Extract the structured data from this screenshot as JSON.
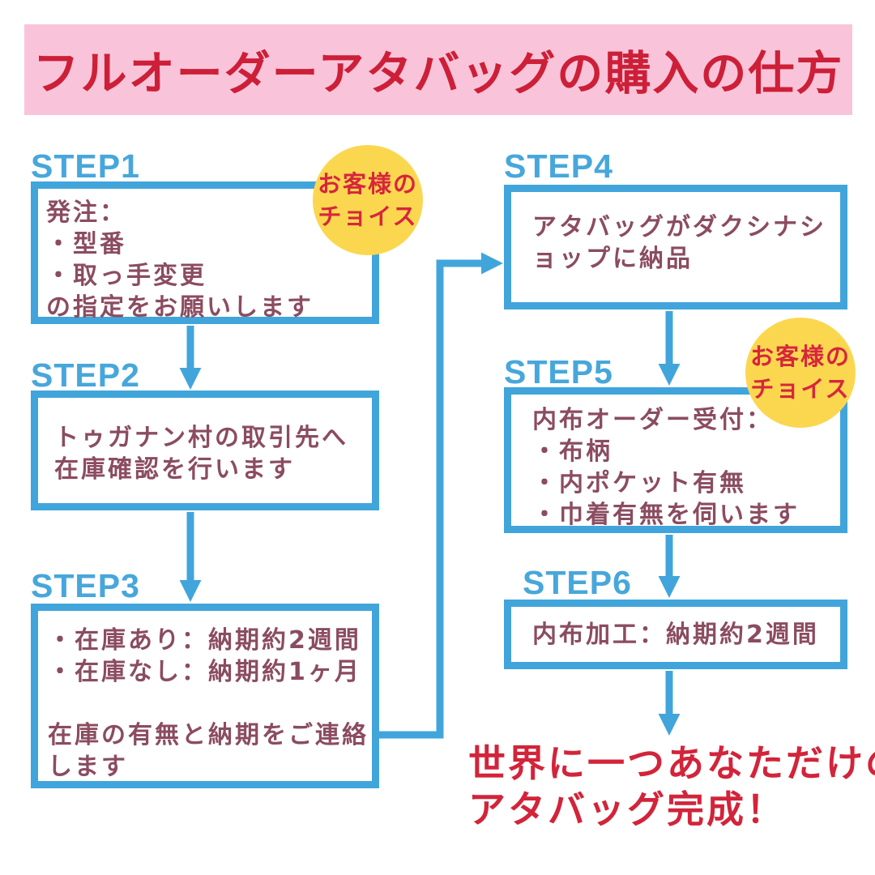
{
  "title": "フルオーダーアタバッグの購入の仕方",
  "colors": {
    "banner_bg": "#f9c4da",
    "title_red": "#cd1f38",
    "step_blue": "#47a7db",
    "box_border_blue": "#41a5db",
    "box_text_maroon": "#8b4c60",
    "badge_yellow": "#fbd750",
    "badge_text_red": "#d7263c",
    "footer_red": "#d2243a"
  },
  "badge": {
    "line1": "お客様の",
    "line2": "チョイス"
  },
  "steps": [
    {
      "label": "STEP1",
      "lines": [
        "発注：",
        "・型番",
        "・取っ手変更",
        "の指定をお願いします"
      ]
    },
    {
      "label": "STEP2",
      "lines": [
        "トゥガナン村の取引先へ",
        "在庫確認を行います"
      ]
    },
    {
      "label": "STEP3",
      "lines": [
        "・在庫あり：納期約2週間",
        "・在庫なし：納期約1ヶ月",
        "",
        "在庫の有無と納期をご連絡",
        "します"
      ]
    },
    {
      "label": "STEP4",
      "lines": [
        "アタバッグがダクシナシ",
        "ョップに納品"
      ]
    },
    {
      "label": "STEP5",
      "lines": [
        "内布オーダー受付：",
        "・布柄",
        "・内ポケット有無",
        "・巾着有無を伺います"
      ]
    },
    {
      "label": "STEP6",
      "lines": [
        "内布加工：納期約2週間"
      ]
    }
  ],
  "footer": {
    "line1": "世界に一つあなただけの",
    "line2": "アタバッグ完成！"
  }
}
